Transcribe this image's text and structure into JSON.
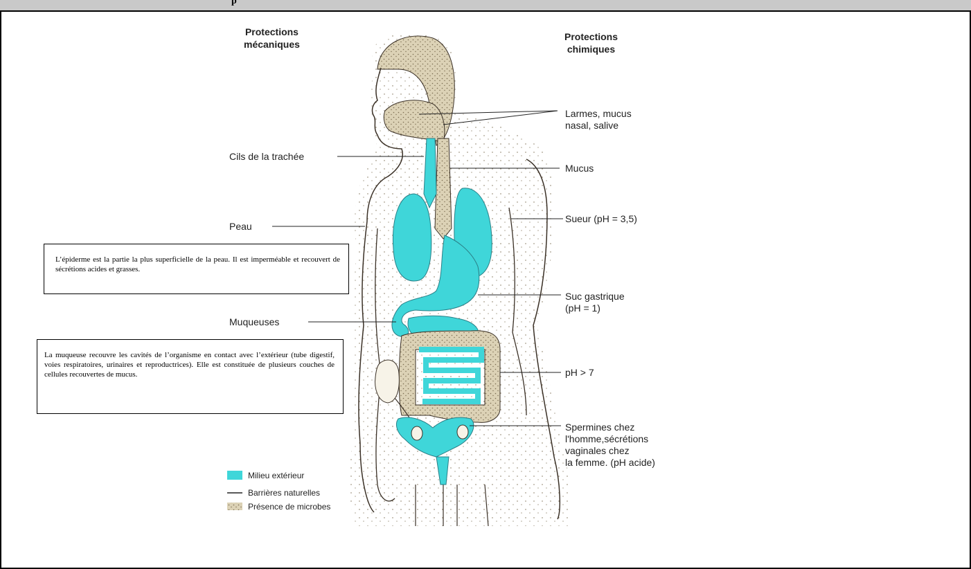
{
  "top_bar": {
    "text": "p"
  },
  "headers": {
    "mechanical": "Protections\nmécaniques",
    "chemical": "Protections\nchimiques"
  },
  "left_labels": {
    "trachea": "Cils de la trachée",
    "skin": "Peau",
    "mucosa": "Muqueuses"
  },
  "right_labels": {
    "tears": "Larmes, mucus\nnasal, salive",
    "mucus": "Mucus",
    "sweat": "Sueur (pH = 3,5)",
    "gastric": "Suc gastrique\n(pH = 1)",
    "intestine": "pH > 7",
    "repro": "Spermines chez\nl'homme,sécrétions\nvaginales chez\nla femme. (pH acide)"
  },
  "notes": {
    "epidermis": "L’épiderme est la partie la plus superficielle de la peau. Il est imperméable et recouvert de sécrétions acides et grasses.",
    "mucosa": "La muqueuse recouvre les cavités de l’organisme en contact avec l’extérieur (tube digestif, voies respiratoires, urinaires et reproductrices). Elle est constituée de plusieurs  couches de cellules recouvertes de mucus."
  },
  "legend": {
    "external": "Milieu extérieur",
    "barriers": "Barrières naturelles",
    "microbes": "Présence de microbes"
  },
  "colors": {
    "external_medium": "#3fd6d9",
    "microbe_fill": "#d8cdb0",
    "outline": "#3a3026",
    "header_band": "#c9c9c9"
  }
}
